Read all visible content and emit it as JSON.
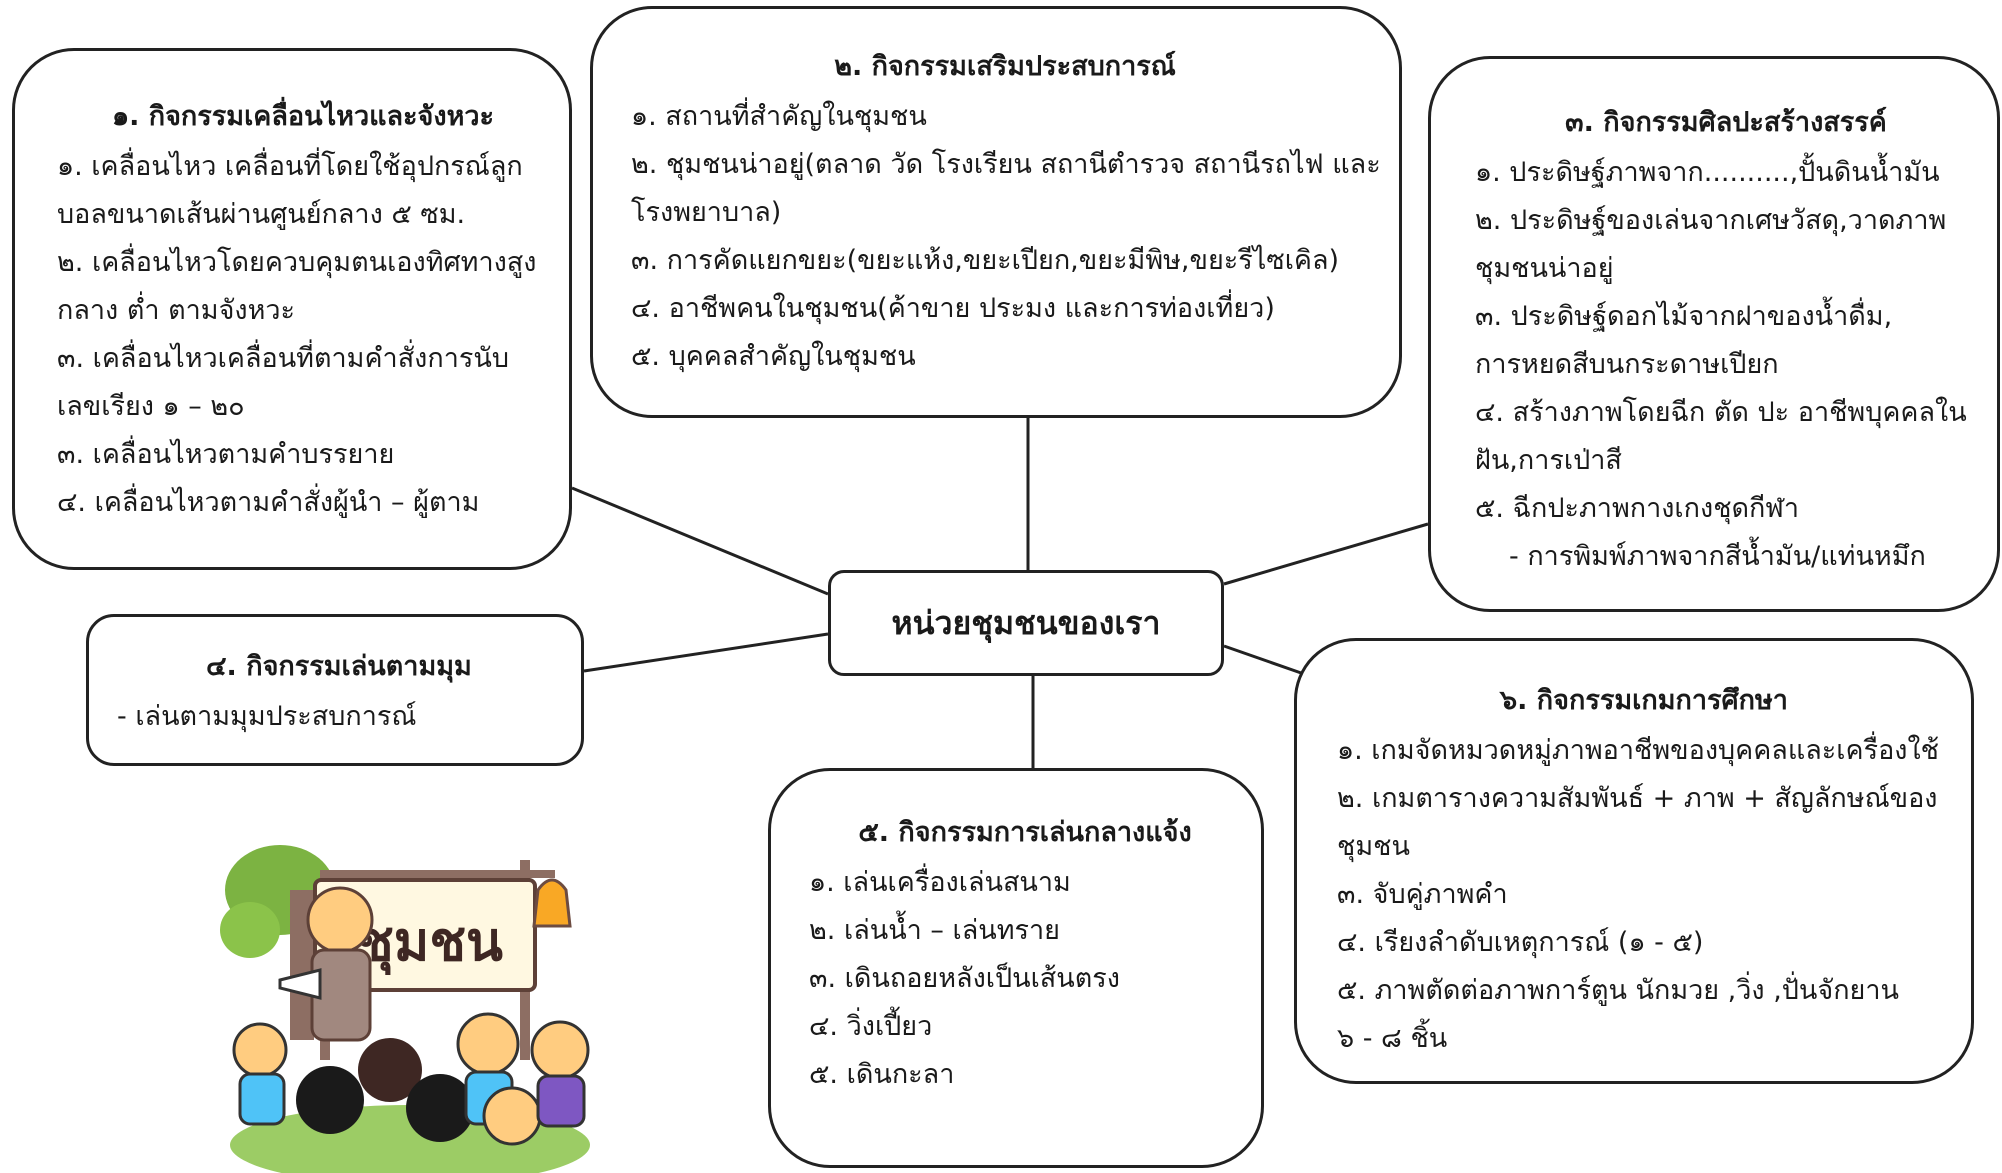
{
  "center": {
    "label": "หน่วยชุมชนของเรา"
  },
  "box1": {
    "title": "๑.  กิจกรรมเคลื่อนไหวและจังหวะ",
    "items": [
      "๑. เคลื่อนไหว เคลื่อนที่โดยใช้อุปกรณ์ลูก",
      "บอลขนาดเส้นผ่านศูนย์กลาง ๕ ซม.",
      "๒. เคลื่อนไหวโดยควบคุมตนเองทิศทางสูง",
      "กลาง ต่ำ ตามจังหวะ",
      "๓. เคลื่อนไหวเคลื่อนที่ตามคำสั่งการนับ",
      "เลขเรียง ๑ – ๒๐",
      "๓. เคลื่อนไหวตามคำบรรยาย",
      "๔. เคลื่อนไหวตามคำสั่งผู้นำ – ผู้ตาม"
    ]
  },
  "box2": {
    "title": "๒. กิจกรรมเสริมประสบการณ์",
    "items": [
      "๑. สถานที่สำคัญในชุมชน",
      "๒. ชุมชนน่าอยู่(ตลาด วัด โรงเรียน สถานีตำรวจ สถานีรถไฟ  และ",
      "โรงพยาบาล)",
      "๓. การคัดแยกขยะ(ขยะแห้ง,ขยะเปียก,ขยะมีพิษ,ขยะรีไซเคิล)",
      "๔. อาชีพคนในชุมชน(ค้าขาย ประมง และการท่องเที่ยว)",
      "๕. บุคคลสำคัญในชุมชน"
    ]
  },
  "box3": {
    "title": "๓. กิจกรรมศิลปะสร้างสรรค์",
    "items": [
      "๑. ประดิษฐ์ภาพจาก..........,ปั้นดินน้ำมัน",
      "๒. ประดิษฐ์ของเล่นจากเศษวัสดุ,วาดภาพ",
      "ชุมชนน่าอยู่",
      "๓. ประดิษฐ์ดอกไม้จากฝาของน้ำดื่ม,",
      "การหยดสีบนกระดาษเปียก",
      "๔. สร้างภาพโดยฉีก ตัด ปะ อาชีพบุคคลใน",
      "ฝัน,การเป่าสี",
      "๕. ฉีกปะภาพกางเกงชุดกีฬา"
    ],
    "sub_item": "- การพิมพ์ภาพจากสีน้ำมัน/แท่นหมึก"
  },
  "box4": {
    "title": "๔. กิจกรรมเล่นตามมุม",
    "items": [
      "- เล่นตามมุมประสบการณ์"
    ]
  },
  "box5": {
    "title": "๕. กิจกรรมการเล่นกลางแจ้ง",
    "items": [
      "๑. เล่นเครื่องเล่นสนาม",
      "๒. เล่นน้ำ – เล่นทราย",
      "๓. เดินถอยหลังเป็นเส้นตรง",
      "๔. วิ่งเปี้ยว",
      "๕. เดินกะลา"
    ]
  },
  "box6": {
    "title": "๖. กิจกรรมเกมการศึกษา",
    "items": [
      "๑. เกมจัดหมวดหมู่ภาพอาชีพของบุคคลและเครื่องใช้",
      "๒. เกมตารางความสัมพันธ์ + ภาพ + สัญลักษณ์ของ",
      "ชุมชน",
      "๓. จับคู่ภาพคำ",
      "๔. เรียงลำดับเหตุการณ์ (๑ - ๕)",
      "๕. ภาพตัดต่อภาพการ์ตูน นักมวย ,วิ่ง ,ปั่นจักยาน",
      "๖ - ๘ ชิ้น"
    ]
  },
  "illustration": {
    "sign_text": "ชุมชน",
    "colors": {
      "tree": "#7cb342",
      "grass": "#9ccc65",
      "sign": "#fff8e1",
      "wood": "#8d6e63",
      "bell": "#f9a825"
    }
  }
}
